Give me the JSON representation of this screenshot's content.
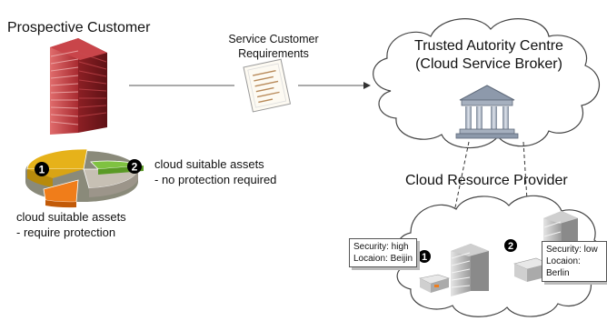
{
  "customer": {
    "title": "Prospective Customer"
  },
  "requirements": {
    "line1": "Service Customer",
    "line2": "Requirements"
  },
  "broker": {
    "line1": "Trusted Autority Centre",
    "line2": "(Cloud Service Broker)"
  },
  "provider": {
    "title": "Cloud Resource Provider"
  },
  "assets": {
    "no_protection": {
      "line1": "cloud suitable assets",
      "line2": "- no protection required",
      "marker": "2"
    },
    "protection": {
      "line1": "cloud suitable assets",
      "line2": "- require protection",
      "marker": "1"
    }
  },
  "datacenters": {
    "beijin": {
      "marker": "1",
      "security": "Security: high",
      "location": "Locaion: Beijin"
    },
    "berlin": {
      "marker": "2",
      "security": "Security: low",
      "location": "Locaion: Berlin"
    }
  },
  "colors": {
    "building": "#b8343a",
    "pie_yellow": "#e6b21a",
    "pie_orange": "#f07d1a",
    "pie_green": "#7fc241",
    "pie_gray": "#c7c0b4",
    "cloud_stroke": "#444444"
  },
  "icons": {
    "building": "office-tower-icon",
    "document": "document-icon",
    "temple": "court-building-icon"
  }
}
